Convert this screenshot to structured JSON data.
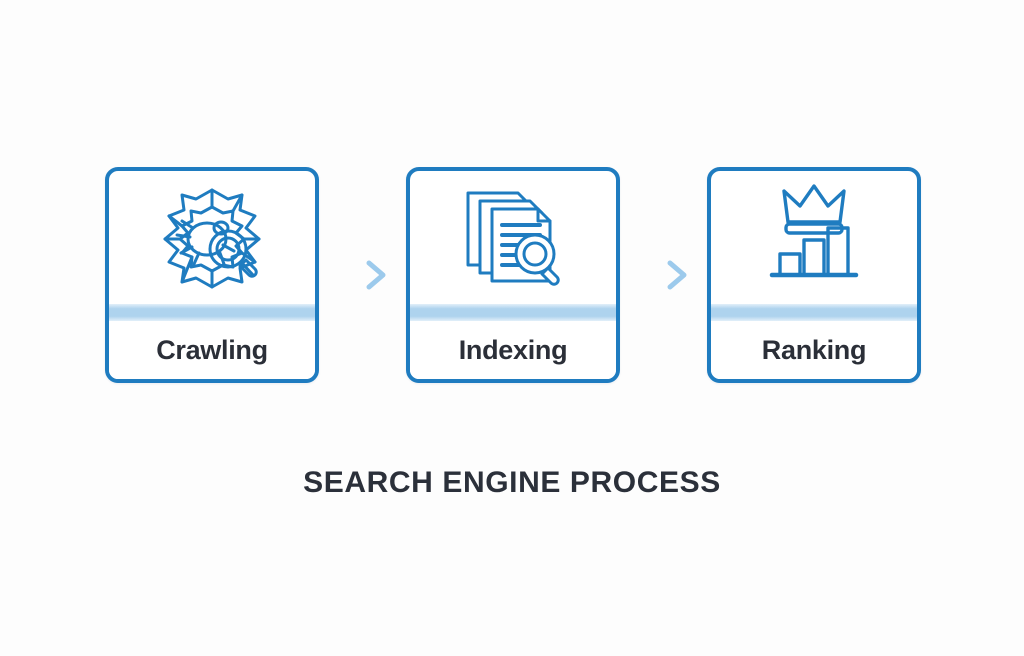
{
  "background_color": "#fdfdfd",
  "accent_color": "#1f7cc0",
  "stripe_color": "#aed3ee",
  "arrow_color": "#a9d2ef",
  "text_color": "#2b2f38",
  "caption": {
    "text": "SEARCH ENGINE PROCESS"
  },
  "flow": {
    "steps": [
      {
        "label": "Crawling",
        "icon": "spider-web-magnifier-icon"
      },
      {
        "label": "Indexing",
        "icon": "stacked-documents-magnifier-icon"
      },
      {
        "label": "Ranking",
        "icon": "crown-bar-chart-icon"
      }
    ],
    "connectors": [
      {
        "icon": "arrow-right-icon"
      },
      {
        "icon": "arrow-right-icon"
      }
    ]
  }
}
